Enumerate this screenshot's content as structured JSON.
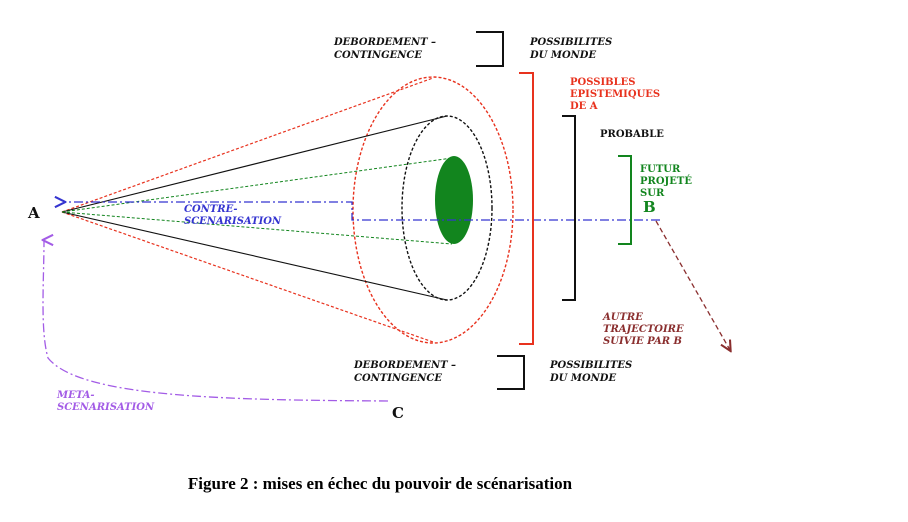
{
  "labels": {
    "point_a": "A",
    "point_b": "B",
    "point_c": "C",
    "top_debordement_l1": "DEBORDEMENT –",
    "top_debordement_l2": "CONTINGENCE",
    "top_possibilites_l1": "POSSIBILITES",
    "top_possibilites_l2": "DU MONDE",
    "possibles_l1": "POSSIBLES",
    "possibles_l2": "EPISTEMIQUES",
    "possibles_l3": "DE A",
    "probable": "PROBABLE",
    "futur_l1": "FUTUR",
    "futur_l2": "PROJETÉ",
    "futur_l3": "SUR",
    "contre_l1": "CONTRE-",
    "contre_l2": "SCENARISATION",
    "autre_l1": "AUTRE",
    "autre_l2": "TRAJECTOIRE",
    "autre_l3": "SUIVIE PAR B",
    "bottom_debordement_l1": "DEBORDEMENT –",
    "bottom_debordement_l2": "CONTINGENCE",
    "bottom_possibilites_l1": "POSSIBILITES",
    "bottom_possibilites_l2": "DU MONDE",
    "meta_l1": "META-",
    "meta_l2": "SCENARISATION"
  },
  "caption": "Figure 2 : mises en échec du pouvoir de scénarisation",
  "colors": {
    "red": "#e8321e",
    "black": "#111111",
    "green": "#12851e",
    "blue": "#3535d0",
    "purple": "#a35ce6",
    "brown": "#8a2e2e"
  }
}
